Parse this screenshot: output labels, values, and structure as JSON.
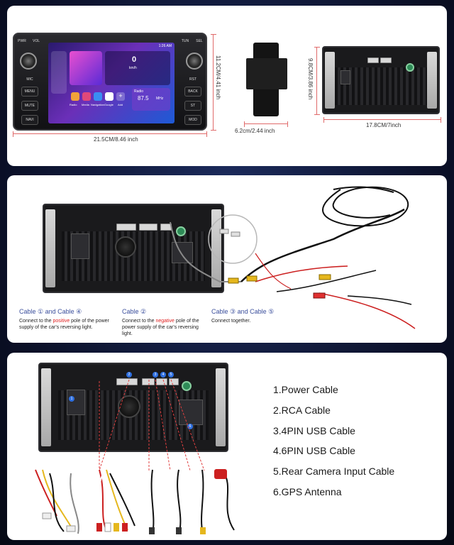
{
  "dimensions": {
    "front_width": "21.5CM/8.46 inch",
    "front_height": "11.2CM/4.41 inch",
    "side_depth": "6.2cm/2.44 inch",
    "back_width": "17.8CM/7inch",
    "back_height": "9.8CM/3.86 inch"
  },
  "front_panel": {
    "left_labels": [
      "PWR",
      "VOL",
      "MIC",
      "MENU",
      "MUTE",
      "NAVI"
    ],
    "right_labels": [
      "TUN",
      "SEL",
      "RST",
      "BACK",
      "ST",
      "MOD"
    ],
    "status_time": "1:26 AM",
    "speed_value": "0",
    "speed_unit": "km/h",
    "radio_label": "Radio",
    "radio_freq": "87.5",
    "radio_unit": "MHz",
    "app_labels": [
      "Radio",
      "Media",
      "Navigation",
      "Google",
      "Add"
    ]
  },
  "wiring": {
    "notes": [
      {
        "title": "Cable ① and Cable ④",
        "pre": "Connect to the ",
        "highlight": "positive",
        "post": " pole of the power supply of the car's reversing light."
      },
      {
        "title": "Cable ②",
        "pre": "Connect to the ",
        "highlight": "negative",
        "post": " pole of the power supply of the car's reversing light."
      },
      {
        "title": "Cable ③ and Cable ⑤",
        "pre": "Connect together.",
        "highlight": "",
        "post": ""
      }
    ]
  },
  "cables": {
    "badges": [
      "1",
      "2",
      "3",
      "4",
      "5",
      "6"
    ],
    "list": [
      "1.Power Cable",
      "2.RCA Cable",
      "3.4PIN USB Cable",
      "4.6PIN USB Cable",
      "5.Rear Camera Input Cable",
      "6.GPS Antenna"
    ]
  },
  "colors": {
    "dimension_line": "#e06a6a",
    "note_title": "#3a4e9c",
    "highlight": "#e02020",
    "badge": "#2e6fe0"
  }
}
